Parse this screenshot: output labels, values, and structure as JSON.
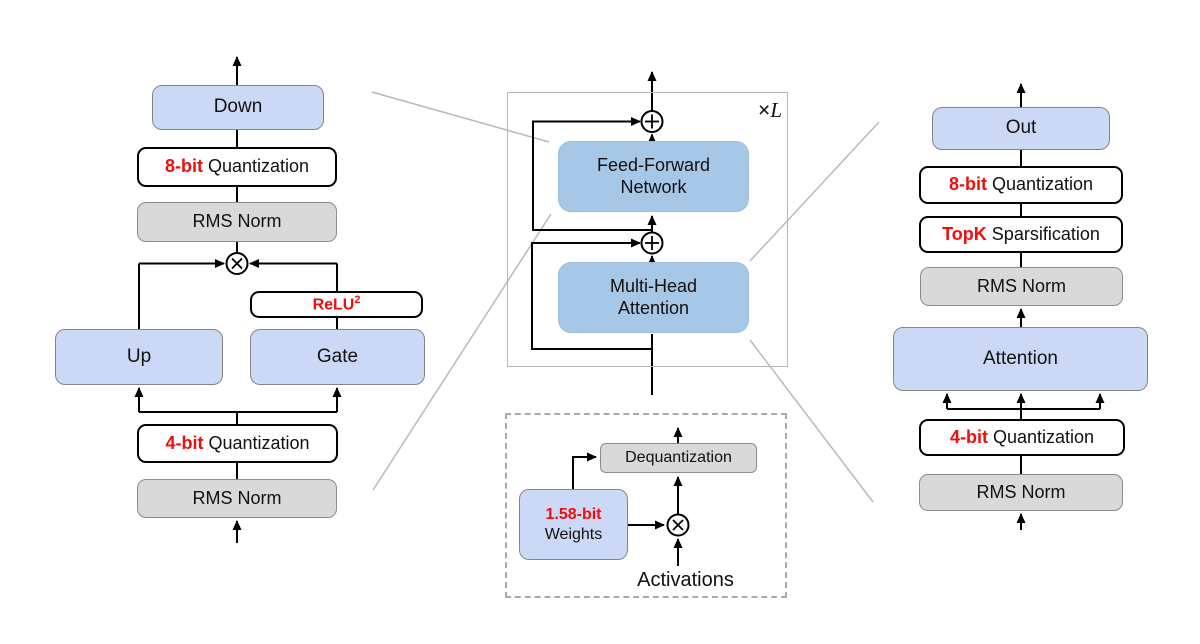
{
  "colors": {
    "projection_box_fill": "#ccd9f6",
    "transformer_box_fill": "#a6c8e6",
    "norm_box_fill": "#d9d9d9",
    "quant_box_fill": "#ffffff",
    "accent_red": "#f40b0b",
    "connector_gray": "#b9b9b9"
  },
  "ffn_detail": {
    "down_label": "Down",
    "quant8": {
      "em": "8-bit",
      "rest": " Quantization"
    },
    "rms_top_label": "RMS Norm",
    "relu": {
      "em": "ReLU",
      "sup": "2"
    },
    "up_label": "Up",
    "gate_label": "Gate",
    "quant4": {
      "em": "4-bit",
      "rest": " Quantization"
    },
    "rms_bottom_label": "RMS Norm"
  },
  "transformer_block": {
    "repeat_label": {
      "times": "×",
      "var": "L"
    },
    "ffn": {
      "line1": "Feed-Forward",
      "line2": "Network"
    },
    "mha": {
      "line1": "Multi-Head",
      "line2": "Attention"
    }
  },
  "weights_legend": {
    "dequant_label": "Dequantization",
    "weights": {
      "em": "1.58-bit",
      "rest": "Weights"
    },
    "activations_label": "Activations"
  },
  "attention_detail": {
    "out_label": "Out",
    "quant8": {
      "em": "8-bit",
      "rest": " Quantization"
    },
    "topk": {
      "em": "TopK",
      "rest": " Sparsification"
    },
    "rms_top_label": "RMS Norm",
    "attention_label": "Attention",
    "quant4": {
      "em": "4-bit",
      "rest": " Quantization"
    },
    "rms_bottom_label": "RMS Norm"
  },
  "icons": {
    "residual_add": "circled-plus",
    "elementwise_multiply": "circled-times"
  }
}
